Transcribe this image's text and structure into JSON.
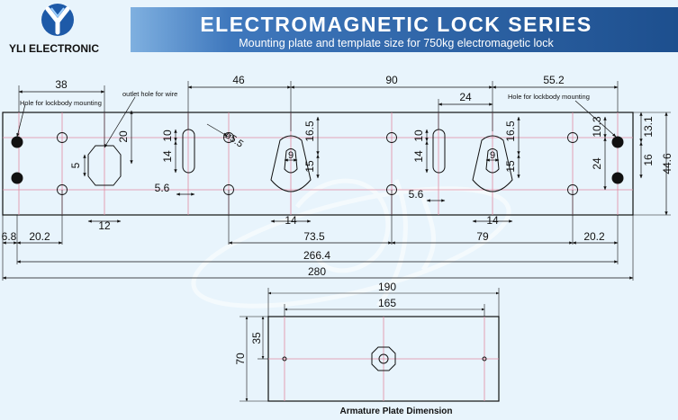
{
  "brand": {
    "logo_text": "YLI ELECTRONIC",
    "colors": {
      "banner_dark": "#1d4f8e",
      "banner_light": "#7fb0e0",
      "logo_blue": "#1e5aa8"
    }
  },
  "header": {
    "title": "ELECTROMAGNETIC LOCK SERIES",
    "subtitle": "Mounting plate and template size for 750kg electromagetic lock"
  },
  "mounting_plate": {
    "callouts": {
      "left_hole": "Hole for lockbody mounting",
      "wire_hole": "outlet hole for wire",
      "right_hole": "Hole for lockbody mounting"
    },
    "dims": {
      "top_38": "38",
      "top_46": "46",
      "top_90": "90",
      "top_24": "24",
      "top_55_2": "55.2",
      "v_20": "20",
      "v_5": "5",
      "v_10_a": "10",
      "v_14_a": "14",
      "dia_5_5": "ø5.5",
      "v_16_5_a": "16.5",
      "h_9_a": "9",
      "v_15_a": "15",
      "h_5_6_a": "5.6",
      "v_10_b": "10",
      "v_14_b": "14",
      "h_5_6_b": "5.6",
      "v_16_5_b": "16.5",
      "h_9_b": "9",
      "v_15_b": "15",
      "v_10_3": "10.3",
      "v_24": "24",
      "v_13_1": "13.1",
      "v_16": "16",
      "v_44_6": "44.6",
      "h_12": "12",
      "h_14_a": "14",
      "h_14_b": "14",
      "b_6_8": "6.8",
      "b_20_2_a": "20.2",
      "b_73_5": "73.5",
      "b_79": "79",
      "b_20_2_b": "20.2",
      "b_266_4": "266.4",
      "b_280": "280"
    }
  },
  "armature_plate": {
    "caption": "Armature Plate Dimension",
    "dims": {
      "w_190": "190",
      "w_165": "165",
      "h_70": "70",
      "h_35": "35"
    }
  }
}
